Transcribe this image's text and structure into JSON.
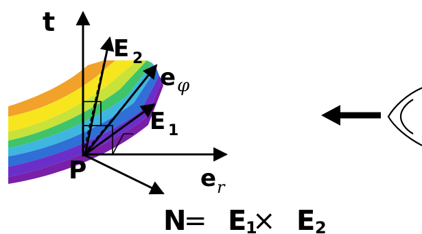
{
  "labels": {
    "t": "t",
    "E2": "E",
    "E2_sub": "2",
    "E1": "E",
    "E1_sub": "1",
    "e_phi": "e",
    "e_phi_sub": "φ",
    "e_r": "e",
    "e_r_sub": "r",
    "P": "P",
    "equation": {
      "N": "N",
      "eq": " = ",
      "E1": "E",
      "E1_sub": "1",
      "times": " × ",
      "E2": "E",
      "E2_sub": "2"
    }
  },
  "colors": {
    "band_orange": "#f2a12a",
    "band_yellow": "#f7e61e",
    "band_lime": "#c8e23a",
    "band_green": "#3fc46a",
    "band_cyan": "#3fb6e0",
    "band_blue": "#2f6fd6",
    "band_violet": "#6a2fc9",
    "band_purple": "#7a1fa8",
    "ink": "#000000"
  },
  "icons": {
    "eye": "eye-icon",
    "view_arrow": "left-arrow-icon"
  }
}
